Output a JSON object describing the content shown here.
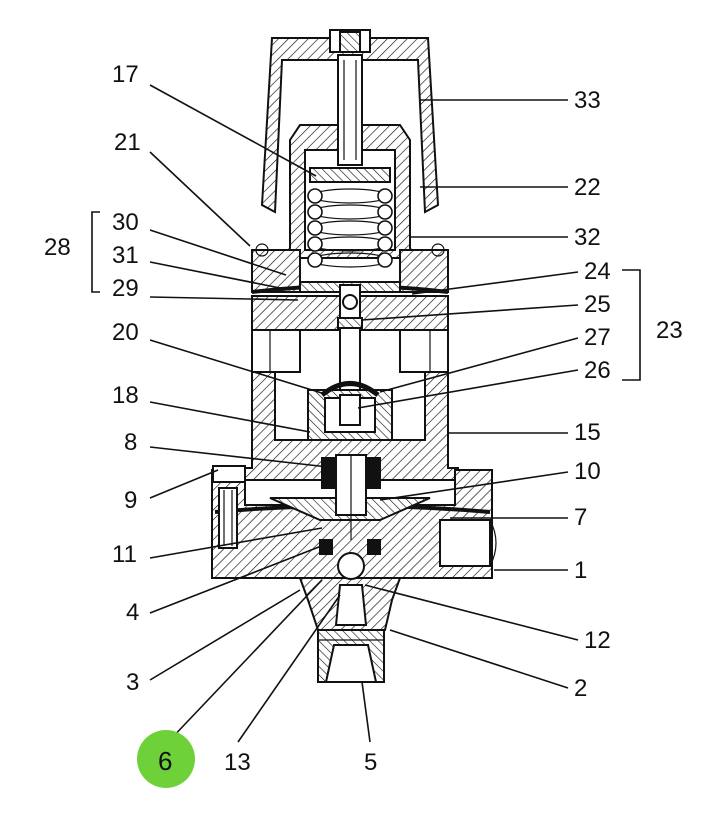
{
  "colors": {
    "line": "#111111",
    "background": "#ffffff",
    "highlight": "#6fd13a"
  },
  "labels": {
    "l1": "1",
    "l2": "2",
    "l3": "3",
    "l4": "4",
    "l5": "5",
    "l6": "6",
    "l7": "7",
    "l8": "8",
    "l9": "9",
    "l10": "10",
    "l11": "11",
    "l12": "12",
    "l13": "13",
    "l15": "15",
    "l17": "17",
    "l18": "18",
    "l20": "20",
    "l21": "21",
    "l22": "22",
    "l23": "23",
    "l24": "24",
    "l25": "25",
    "l26": "26",
    "l27": "27",
    "l28": "28",
    "l29": "29",
    "l30": "30",
    "l31": "31",
    "l32": "32",
    "l33": "33"
  },
  "highlighted_label": "6"
}
